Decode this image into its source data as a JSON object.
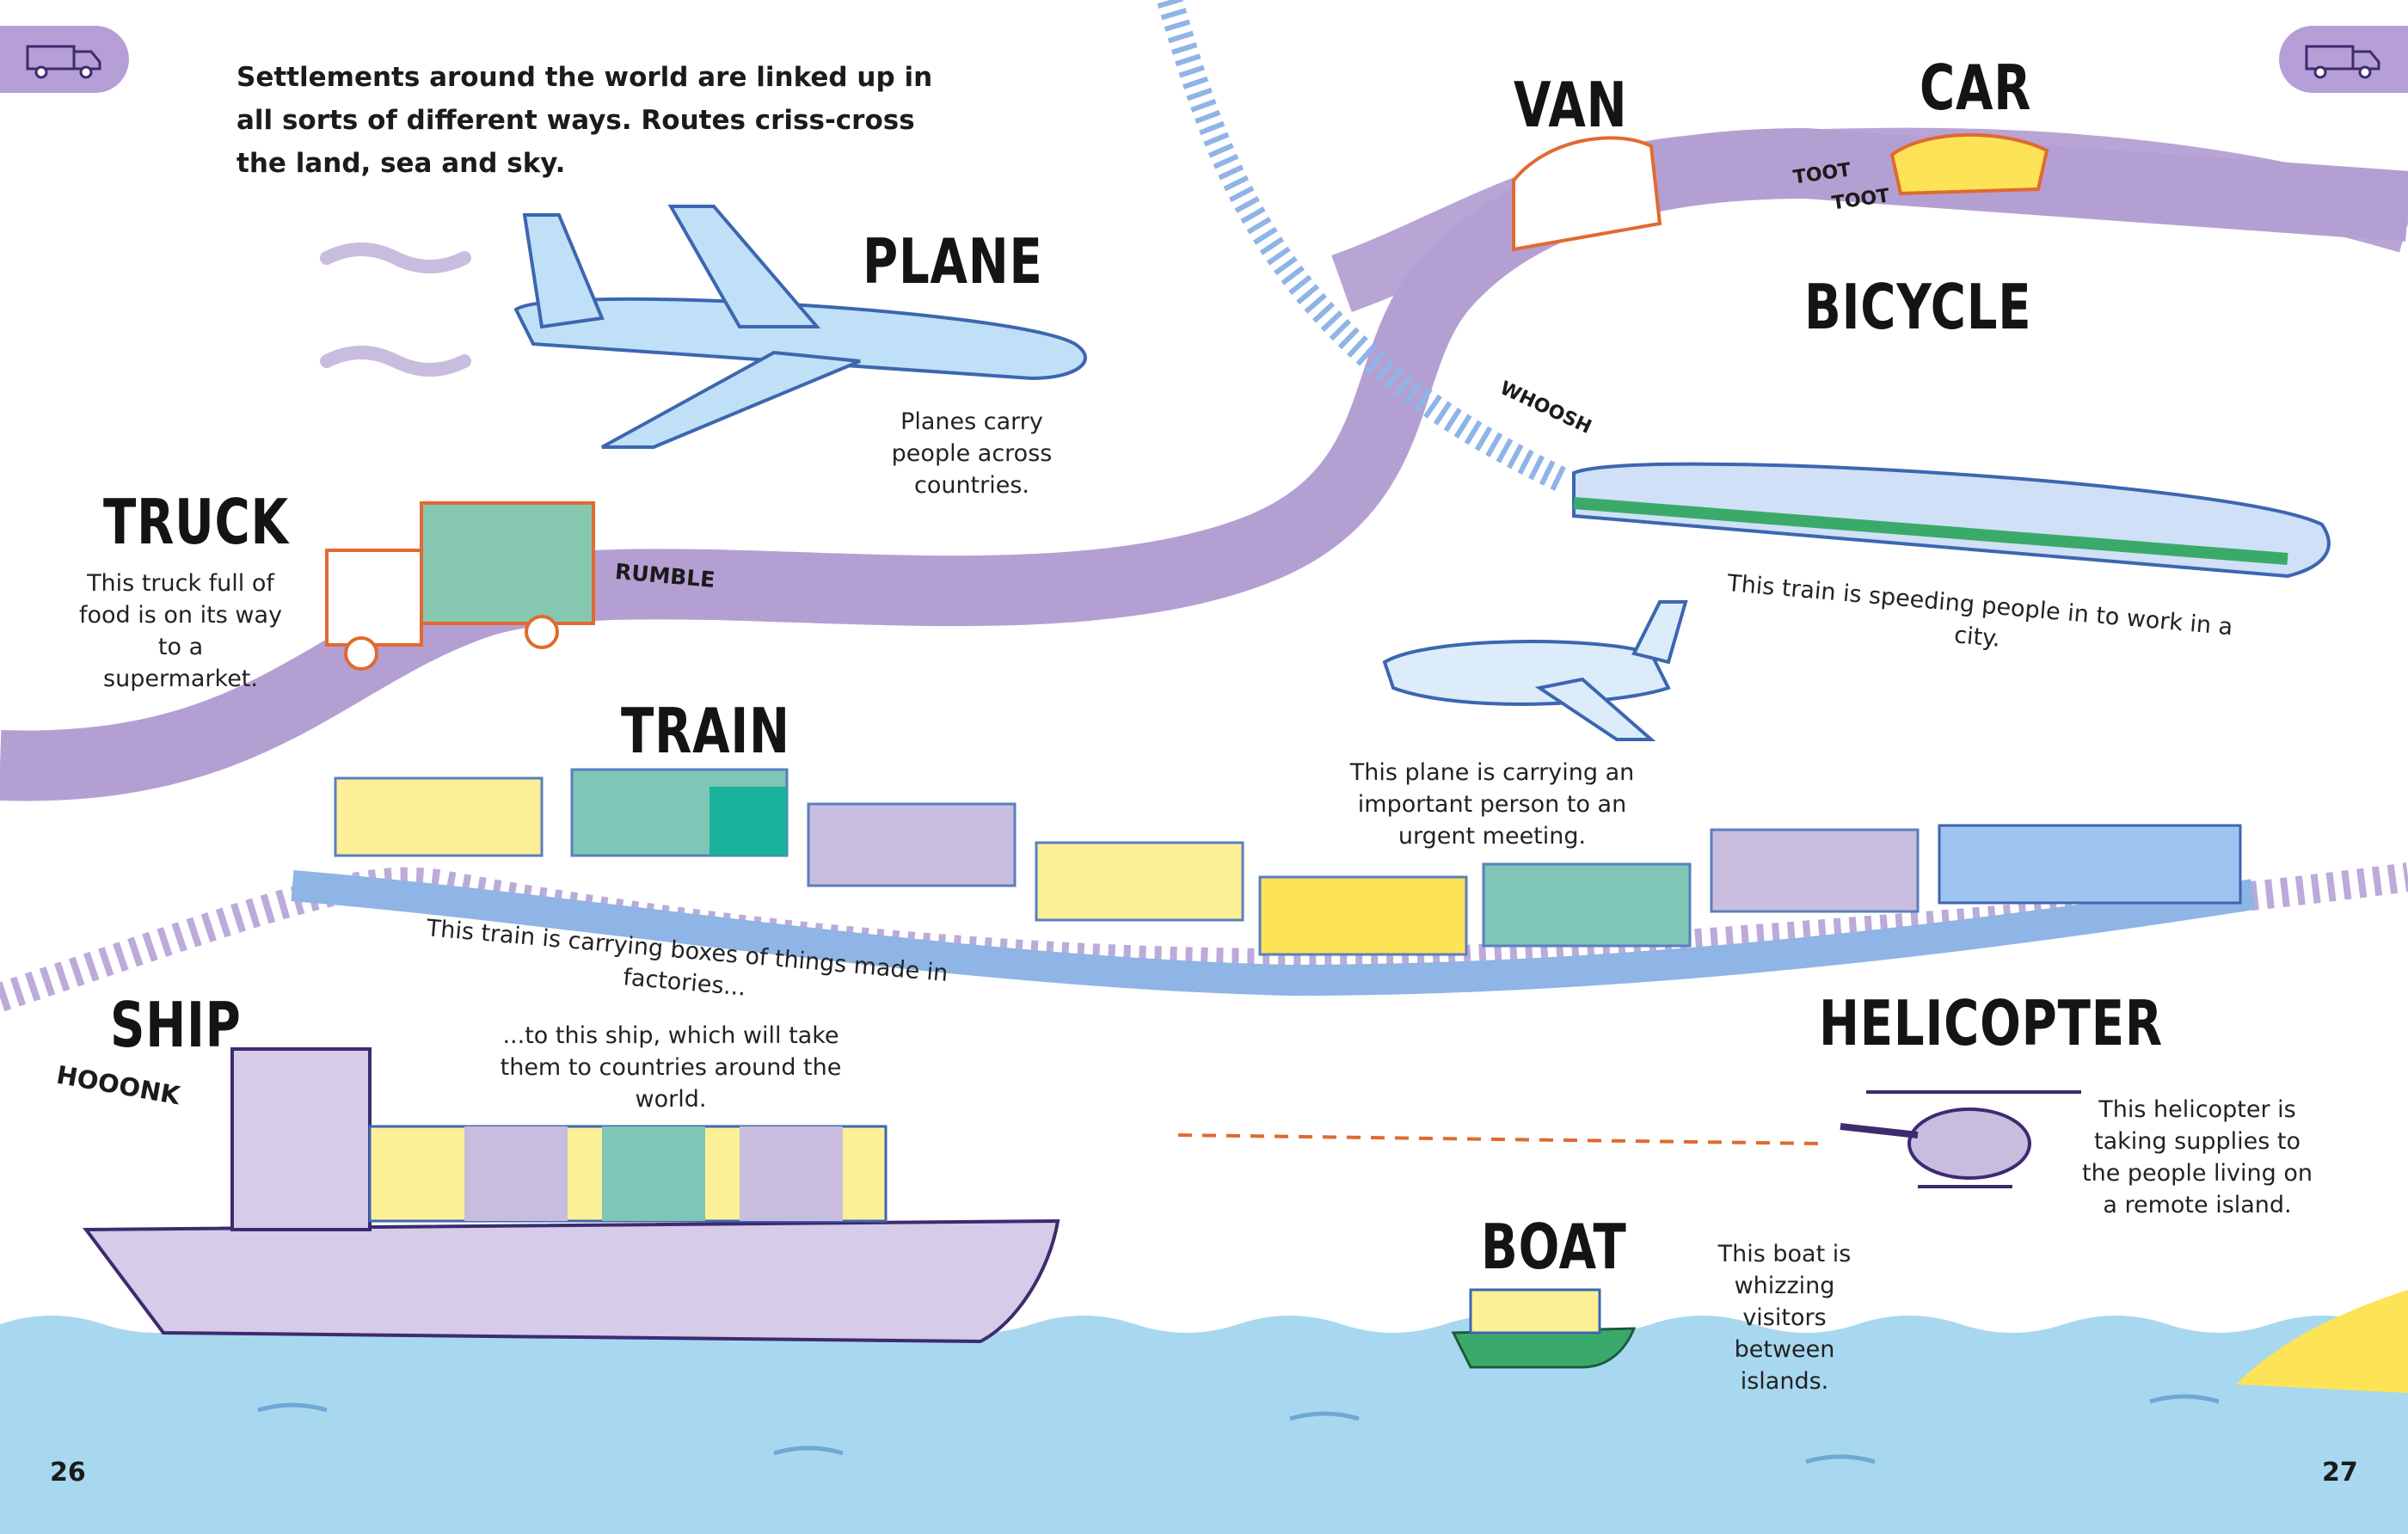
{
  "intro": "Settlements around the world are linked up in all sorts of different ways. Routes criss-cross the land, sea and sky.",
  "vehicles": {
    "plane": {
      "title": "PLANE",
      "caption": "Planes carry people across countries."
    },
    "truck": {
      "title": "TRUCK",
      "caption": "This truck full of food is on its way to a supermarket."
    },
    "train": {
      "title": "TRAIN",
      "caption": "This train is carrying boxes of things made in factories..."
    },
    "ship": {
      "title": "SHIP",
      "caption": "...to this ship, which will take them to countries around the world."
    },
    "van": {
      "title": "VAN"
    },
    "car": {
      "title": "CAR"
    },
    "bicycle": {
      "title": "BICYCLE"
    },
    "fast_train": {
      "caption": "This train is speeding people in to work in a city."
    },
    "jet": {
      "caption": "This plane is carrying an important person to an urgent meeting."
    },
    "helicopter": {
      "title": "HELICOPTER",
      "caption": "This helicopter is taking supplies to the people living on a remote island."
    },
    "boat": {
      "title": "BOAT",
      "caption": "This boat is whizzing visitors between islands."
    }
  },
  "sounds": {
    "rumble": "RUMBLE",
    "whoosh": "WHOOSH",
    "toot1": "TOOT",
    "toot2": "TOOT",
    "hooonk": "HOOONK"
  },
  "pages": {
    "left": "26",
    "right": "27"
  },
  "colors": {
    "road": "#b49fd3",
    "sea": "#a8d8f0",
    "rail": "#8fb4e6",
    "tab": "#b69fd6"
  },
  "icons": {
    "tab_icon": "truck-icon"
  }
}
